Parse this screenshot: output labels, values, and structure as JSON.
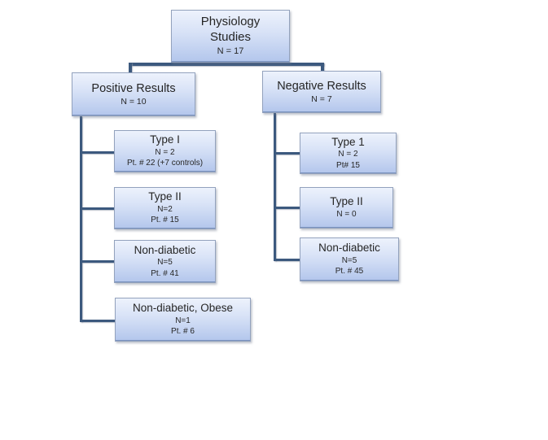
{
  "diagram": {
    "type": "hierarchy-flowchart",
    "colors": {
      "box_fill_top": "#edf2fc",
      "box_fill_bottom": "#b3c6ec",
      "box_border": "#93a2bd",
      "connector": "#3c597e",
      "text": "#262626",
      "background": "#ffffff"
    },
    "boxes": {
      "root": {
        "title": "Physiology Studies",
        "n": "N = 17"
      },
      "positive": {
        "title": "Positive Results",
        "n": "N = 10"
      },
      "negative": {
        "title": "Negative Results",
        "n": "N = 7"
      },
      "pos1": {
        "title": "Type I",
        "n": "N = 2",
        "pt": "Pt. # 22 (+7 controls)"
      },
      "pos2": {
        "title": "Type II",
        "n": "N=2",
        "pt": "Pt. # 15"
      },
      "pos3": {
        "title": "Non-diabetic",
        "n": "N=5",
        "pt": "Pt. # 41"
      },
      "pos4": {
        "title": "Non-diabetic, Obese",
        "n": "N=1",
        "pt": "Pt. # 6"
      },
      "neg1": {
        "title": "Type 1",
        "n": "N = 2",
        "pt": "Pt# 15"
      },
      "neg2": {
        "title": "Type II",
        "n": "N = 0"
      },
      "neg3": {
        "title": "Non-diabetic",
        "n": "N=5",
        "pt": "Pt. # 45"
      }
    }
  }
}
